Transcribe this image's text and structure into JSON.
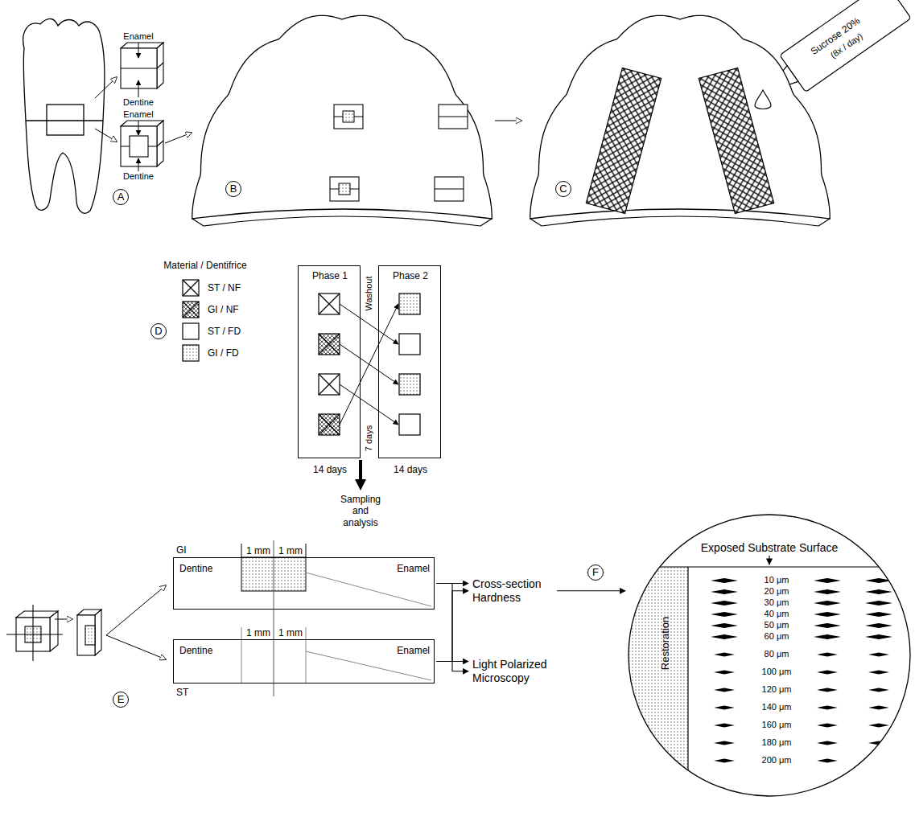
{
  "diagram": {
    "nodes": [
      {
        "text": [
          "Phase 1",
          "14 days"
        ]
      },
      {
        "text": [
          "Phase 2",
          "14 days"
        ]
      },
      {
        "text": [
          "GI",
          "1 mm",
          "1 mm",
          "Dentine",
          "Enamel"
        ]
      },
      {
        "text": [
          "1 mm",
          "1 mm",
          "Dentine",
          "Enamel",
          "ST"
        ]
      },
      {
        "text": [
          "Cross-section Hardness"
        ]
      },
      {
        "text": [
          "Light Polarized Microscopy"
        ]
      },
      {
        "text": [
          "Exposed Substrate Surface"
        ]
      },
      {
        "text": [
          "Restoration"
        ],
        "in": 6
      }
    ],
    "edges": [
      {
        "from": 2,
        "to": 4,
        "arrow": "to"
      },
      {
        "from": 2,
        "to": 5,
        "arrow": "to"
      },
      {
        "from": 3,
        "to": 4,
        "arrow": "to"
      },
      {
        "from": 3,
        "to": 5,
        "arrow": "to"
      },
      {
        "from": 4,
        "to": 6,
        "arrow": "to"
      }
    ],
    "labels": [
      "Enamel",
      "Dentine",
      "Enamel",
      "Dentine",
      "A",
      "B",
      "Sucrose 20%",
      "(8x / day)",
      "C",
      "Material / Dentifrice",
      "D",
      "Washout",
      "7 days",
      "Sampling and analysis",
      "E",
      "F",
      "10 μm",
      "20 μm",
      "30 μm",
      "40 μm",
      "50 μm",
      "60 μm",
      "80 μm",
      "100 μm",
      "120 μm",
      "140 μm",
      "160 μm",
      "180 μm",
      "200 μm"
    ],
    "legend": [
      {
        "text": "ST / NF"
      },
      {
        "text": "GI / NF"
      },
      {
        "text": "ST / FD"
      },
      {
        "text": "GI / FD"
      }
    ]
  }
}
